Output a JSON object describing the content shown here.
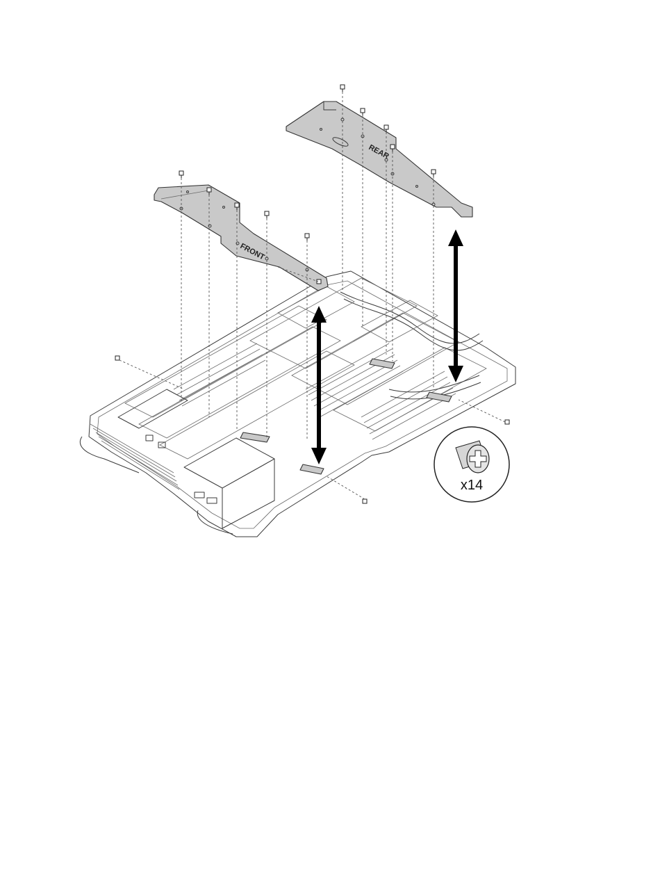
{
  "labels": {
    "front_cover": "FRONT",
    "rear_cover": "REAR",
    "screw_quantity": "x14"
  },
  "colors": {
    "cover_fill": "#c9c9c9",
    "line": "#3a3a3a",
    "arrow": "#000000"
  },
  "icons": {
    "screw": "cross-head-screw-icon",
    "arrow": "double-headed-arrow-icon"
  }
}
